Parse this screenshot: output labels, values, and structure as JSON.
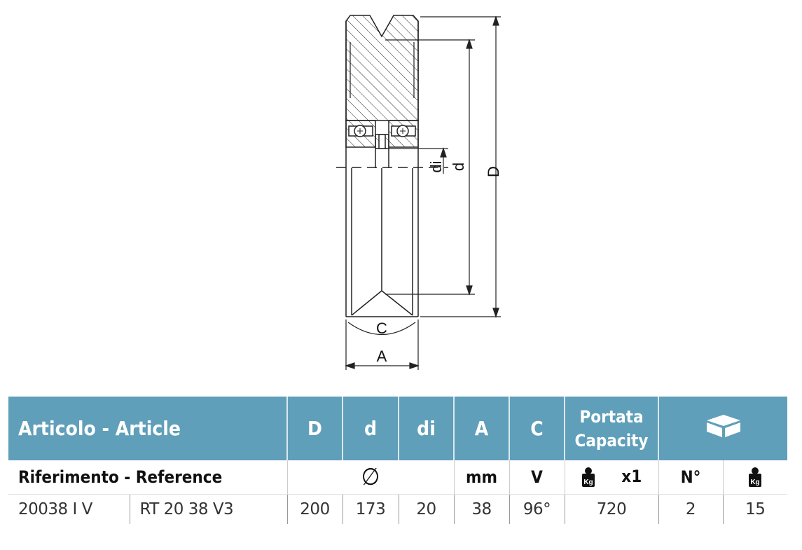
{
  "drawing": {
    "labels": {
      "D": "D",
      "d": "d",
      "di": "di",
      "A": "A",
      "C": "C"
    }
  },
  "table": {
    "header": {
      "article": "Articolo - Article",
      "D": "D",
      "d": "d",
      "di": "di",
      "A": "A",
      "C": "C",
      "capacity_line1": "Portata",
      "capacity_line2": "Capacity",
      "box_icon": "box-icon"
    },
    "units": {
      "reference": "Riferimento - Reference",
      "diameter_symbol": "∅",
      "mm": "mm",
      "V": "V",
      "weight_icon": "kg-weight-icon",
      "x1": "x1",
      "N": "N°"
    },
    "rows": [
      {
        "article": "20038 I V",
        "reference": "RT 20 38 V3",
        "D": "200",
        "d": "173",
        "di": "20",
        "A": "38",
        "C": "96°",
        "capacity": "720",
        "qty": "2",
        "weight": "15"
      }
    ]
  },
  "colors": {
    "header": "#5f9fb9"
  }
}
